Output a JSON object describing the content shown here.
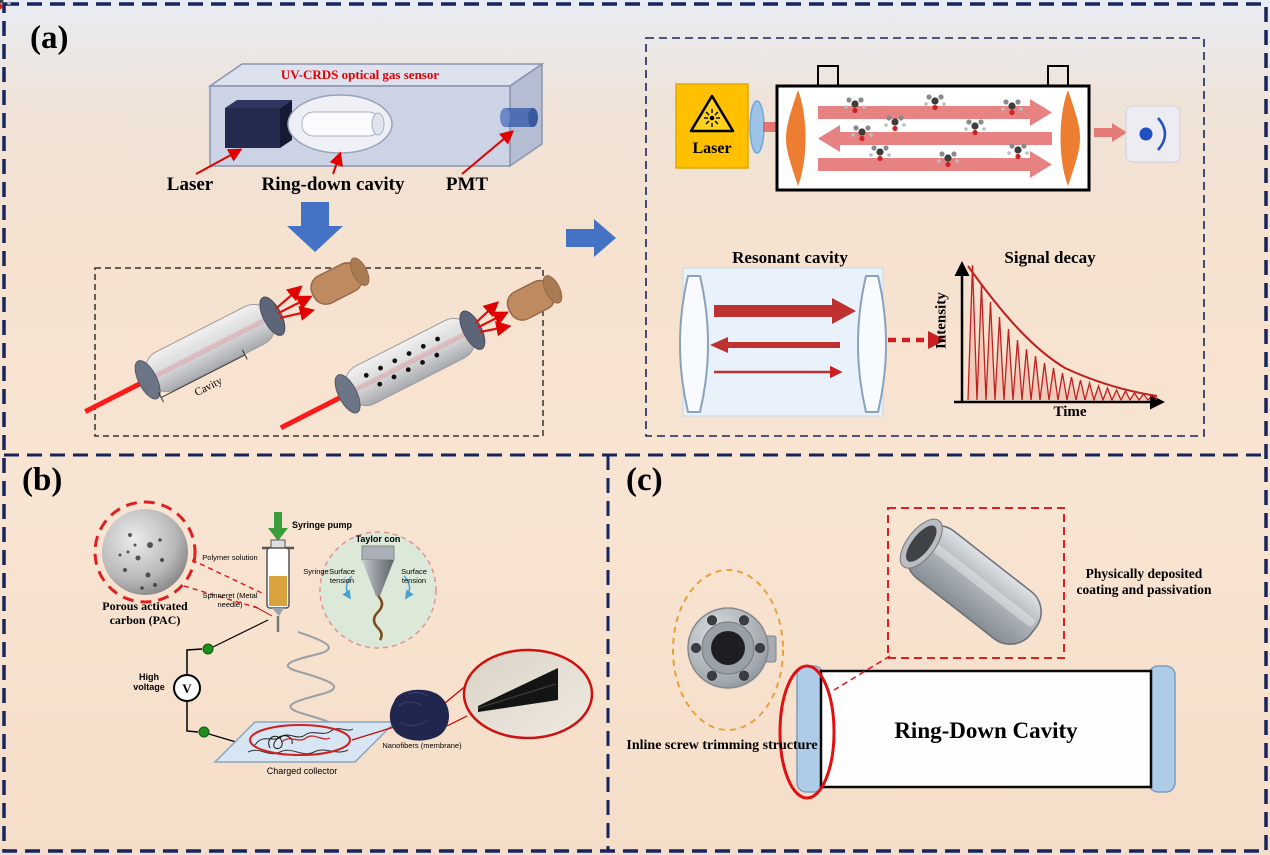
{
  "panel_a": {
    "label": "(a)",
    "sensor_title": "UV-CRDS optical gas sensor",
    "component_labels": {
      "laser": "Laser",
      "ring_down_cavity": "Ring-down cavity",
      "pmt": "PMT"
    },
    "tube_cavity_label": "Cavity",
    "laser_source_label": "Laser",
    "resonant_cavity_title": "Resonant cavity",
    "signal_decay_title": "Signal decay",
    "axis_intensity": "Intensity",
    "axis_time": "Time"
  },
  "panel_b": {
    "label": "(b)",
    "pac_label": "Porous activated carbon (PAC)",
    "syringe_pump_label": "Syringe pump",
    "polymer_solution_label": "Polymer solution",
    "syringe_label": "Syringe",
    "spinneret_label": "Spinneret (Metal needle)",
    "taylor_cone_label": "Taylor con",
    "surface_tension_left": "Surface tension",
    "surface_tension_right": "Surface tension",
    "high_voltage_label": "High voltage",
    "voltage_symbol": "V",
    "charged_collector_label": "Charged collector",
    "nanofibers_label": "Nanofibers (membrane)"
  },
  "panel_c": {
    "label": "(c)",
    "screw_structure_label": "Inline screw trimming structure",
    "cavity_title": "Ring-Down Cavity",
    "coating_label": "Physically deposited coating and passivation"
  },
  "colors": {
    "border_navy": "#16265c",
    "accent_blue_arrow": "#4472c4",
    "laser_yellow": "#ffc000",
    "mirror_orange": "#ed7d31",
    "beam_red": "#e06060",
    "highlight_red": "#e02020"
  }
}
